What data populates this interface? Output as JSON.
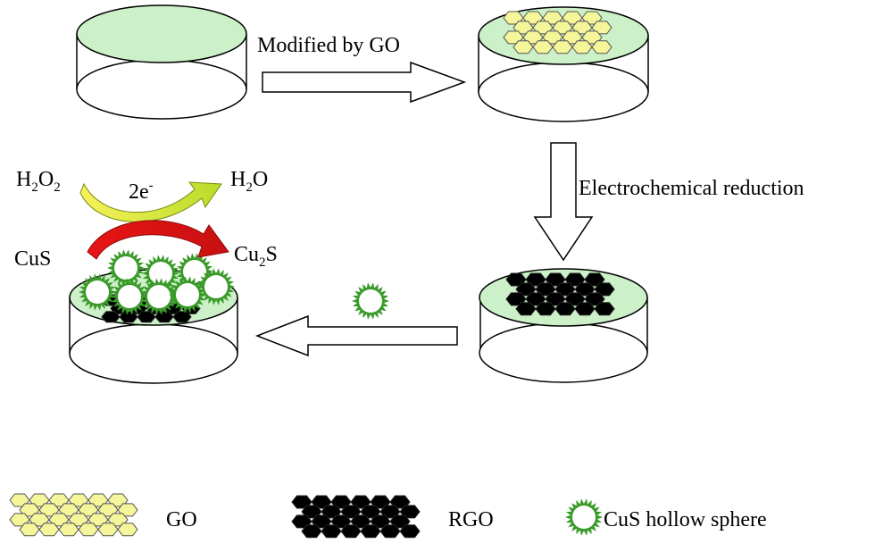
{
  "steps": {
    "modified": "Modified by GO",
    "reduction": "Electrochemical reduction"
  },
  "reaction": {
    "h2o2_main": "H",
    "h2o2_sub1": "2",
    "h2o2_o": "O",
    "h2o2_sub2": "2",
    "electrons": "2e",
    "electrons_sup": "-",
    "h2o_h": "H",
    "h2o_sub": "2",
    "h2o_o": "O",
    "cus": "CuS",
    "cu2s_cu": "Cu",
    "cu2s_sub": "2",
    "cu2s_s": "S"
  },
  "legend": {
    "go": "GO",
    "rgo": "RGO",
    "cus": "CuS hollow sphere"
  },
  "colors": {
    "go_fill": "#f5f59a",
    "rgo_fill": "#000000",
    "electrode_top": "#ccf0c8",
    "sphere_green": "#3a9a2a",
    "arrow_red": "#e31b1b",
    "arrow_yellow": "#d6ee1a"
  }
}
